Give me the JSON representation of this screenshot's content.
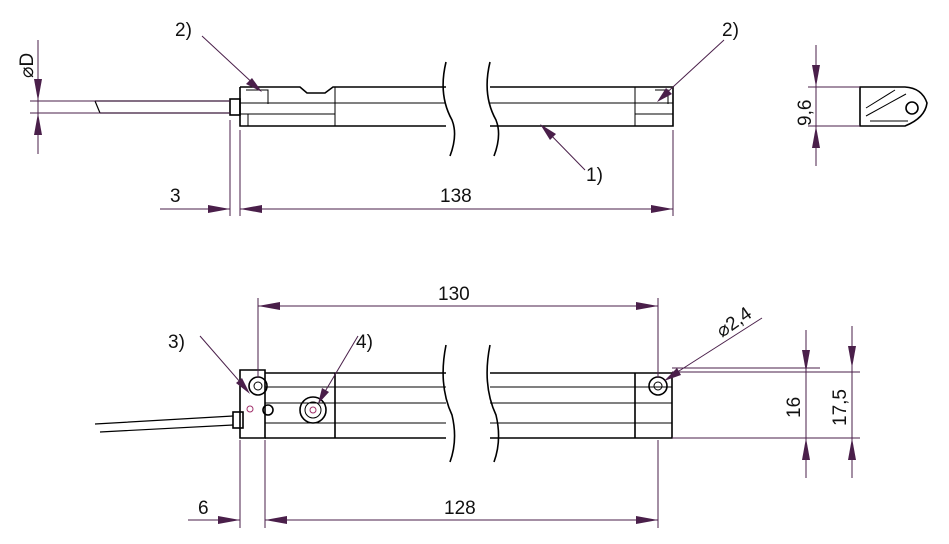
{
  "top_view": {
    "callout_left": "2)",
    "callout_right": "2)",
    "callout_body": "1)",
    "dim_diameter": "⌀D",
    "dim_cable_offset": "3",
    "dim_length": "138"
  },
  "side_view": {
    "dim_height": "9,6"
  },
  "bottom_view": {
    "callout_clamp": "3)",
    "callout_adjuster": "4)",
    "dim_hole_pitch": "130",
    "dim_hole_diameter": "⌀2,4",
    "dim_height_inner": "16",
    "dim_height_outer": "17,5",
    "dim_cable_offset": "6",
    "dim_length": "128"
  }
}
